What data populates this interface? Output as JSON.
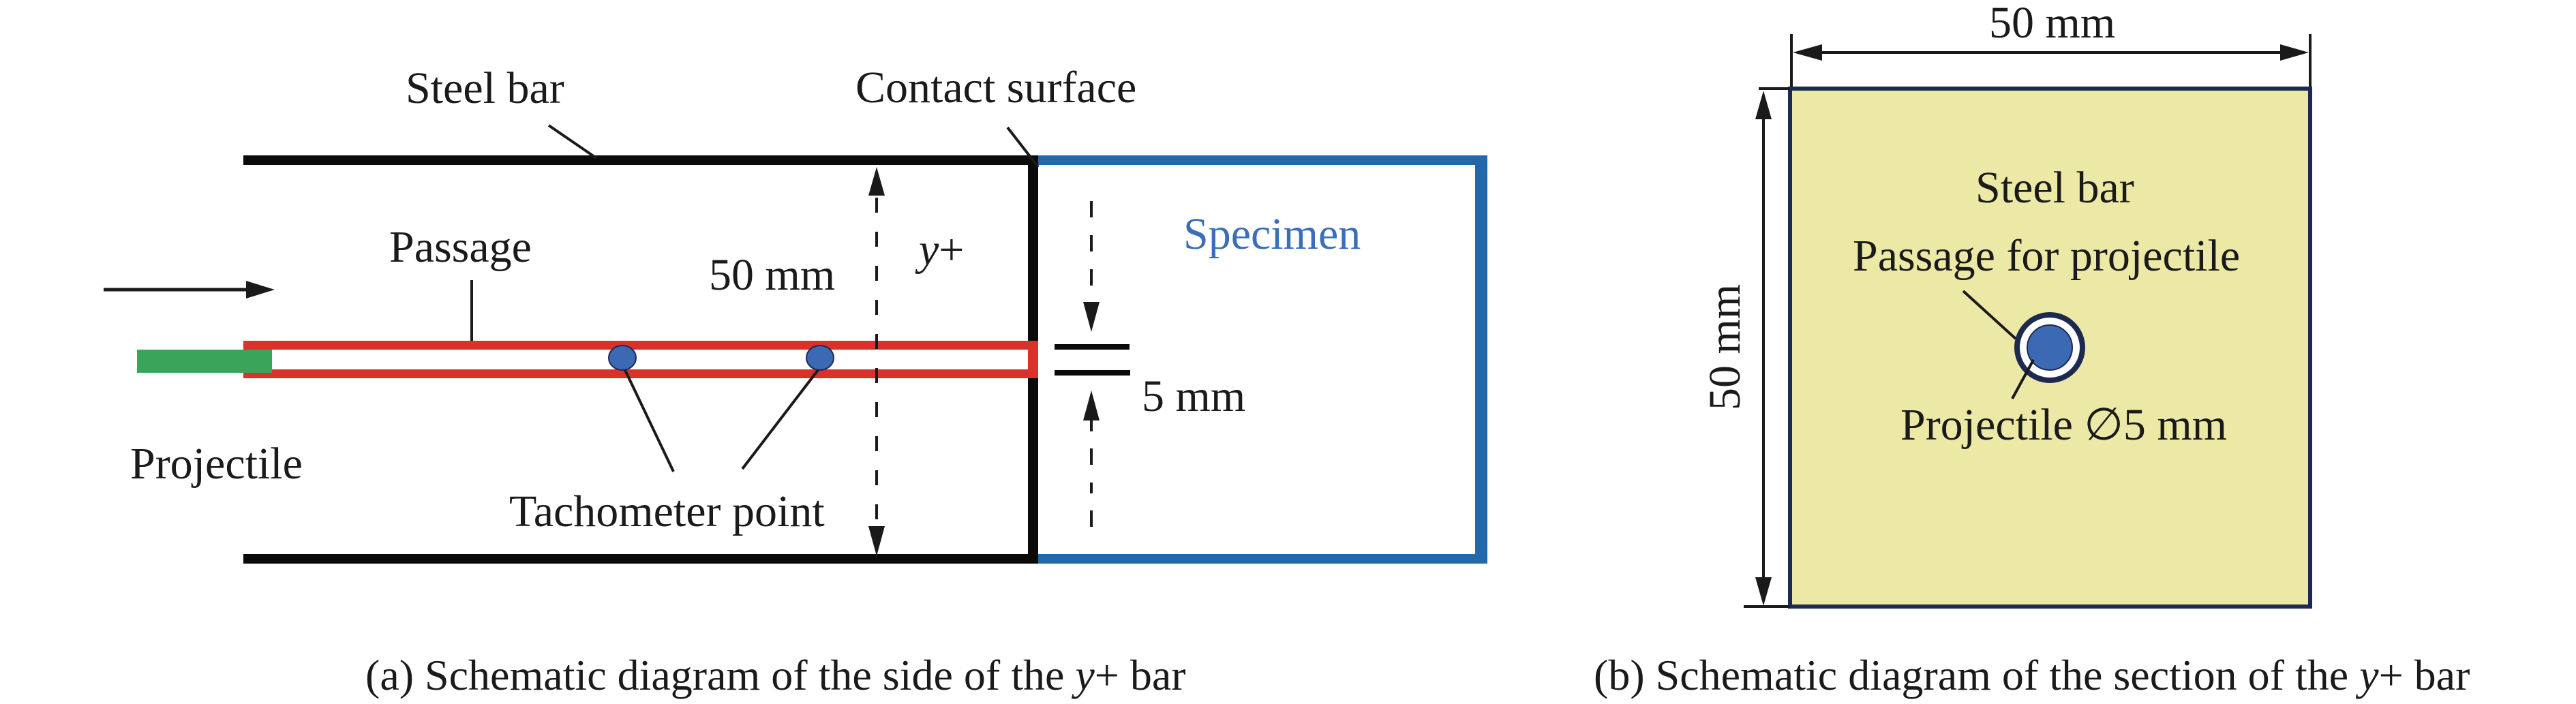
{
  "figure_a": {
    "labels": {
      "steel_bar": "Steel bar",
      "contact_surface": "Contact surface",
      "passage": "Passage",
      "projectile": "Projectile",
      "tachometer_point": "Tachometer point",
      "bar_height": "50 mm",
      "bar_name_var": "y",
      "bar_name_suffix": "+",
      "specimen": "Specimen",
      "passage_width": "5 mm"
    },
    "caption": {
      "prefix": "(a) Schematic diagram of the side of the ",
      "var": "y",
      "suffix": "+ bar"
    }
  },
  "figure_b": {
    "labels": {
      "width_dim": "50 mm",
      "height_dim": "50 mm",
      "steel_bar": "Steel bar",
      "passage": "Passage for projectile",
      "projectile": "Projectile ∅5 mm"
    },
    "caption": {
      "prefix": "(b) Schematic diagram of the section of the ",
      "var": "y",
      "suffix": "+ bar"
    }
  },
  "colors": {
    "steel_bar": "#0a0a0a",
    "passage": "#d9312b",
    "projectile": "#3aa55a",
    "tachometer_point": "#3b69b3",
    "specimen": "#2368a8",
    "section_fill": "#ece9a6",
    "section_border": "#1d2a50"
  }
}
